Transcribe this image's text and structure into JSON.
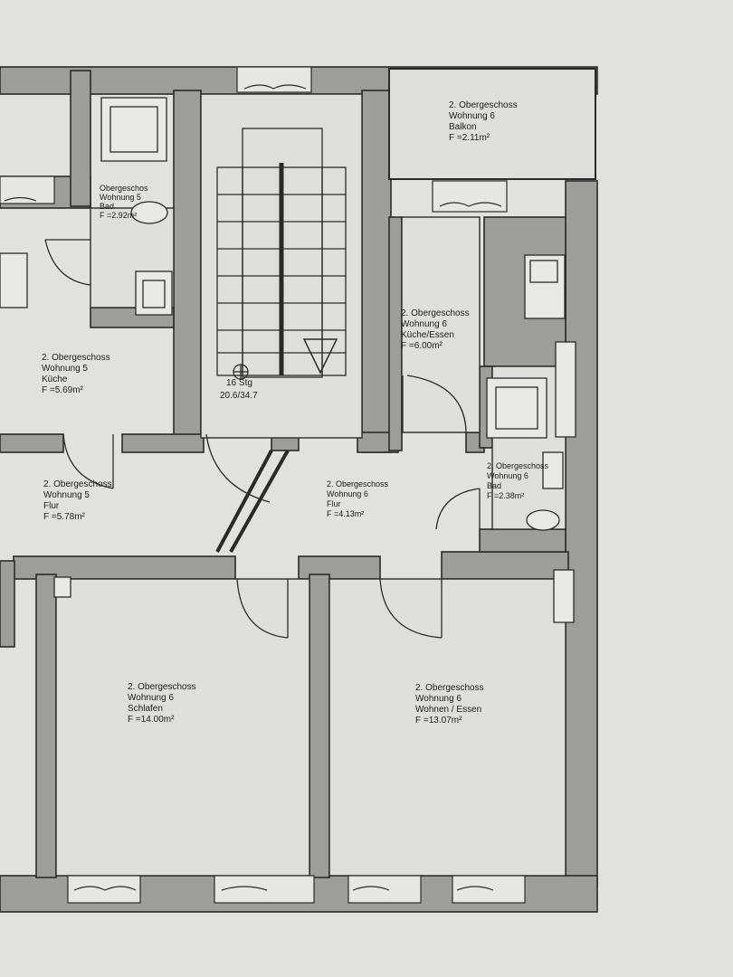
{
  "rooms": [
    {
      "id": "balkon",
      "floor": "2. Obergeschoss",
      "unit": "Wohnung 6",
      "name": "Balkon",
      "area": "F =2.11m²"
    },
    {
      "id": "kueche6",
      "floor": "2. Obergeschoss",
      "unit": "Wohnung 6",
      "name": "Küche/Essen",
      "area": "F =6.00m²"
    },
    {
      "id": "kueche5",
      "floor": "2. Obergeschoss",
      "unit": "Wohnung 5",
      "name": "Küche",
      "area": "F =5.69m²"
    },
    {
      "id": "bad5",
      "floor": "Obergeschos",
      "unit": "Wohnung 5",
      "name": "Bad",
      "area": "F =2.92m²"
    },
    {
      "id": "flur5",
      "floor": "2. Obergeschoss",
      "unit": "Wohnung 5",
      "name": "Flur",
      "area": "F =5.78m²"
    },
    {
      "id": "flur6",
      "floor": "2. Obergeschoss",
      "unit": "Wohnung 6",
      "name": "Flur",
      "area": "F =4.13m²"
    },
    {
      "id": "bad6",
      "floor": "2. Obergeschoss",
      "unit": "Wohnung 6",
      "name": "Bad",
      "area": "F =2.38m²"
    },
    {
      "id": "schlafen",
      "floor": "2. Obergeschoss",
      "unit": "Wohnung 6",
      "name": "Schlafen",
      "area": "F =14.00m²"
    },
    {
      "id": "wohnen",
      "floor": "2. Obergeschoss",
      "unit": "Wohnung 6",
      "name": "Wohnen / Essen",
      "area": "F =13.07m²"
    }
  ],
  "stair": {
    "steps": "16 Stg",
    "dims": "20.6/34.7"
  }
}
